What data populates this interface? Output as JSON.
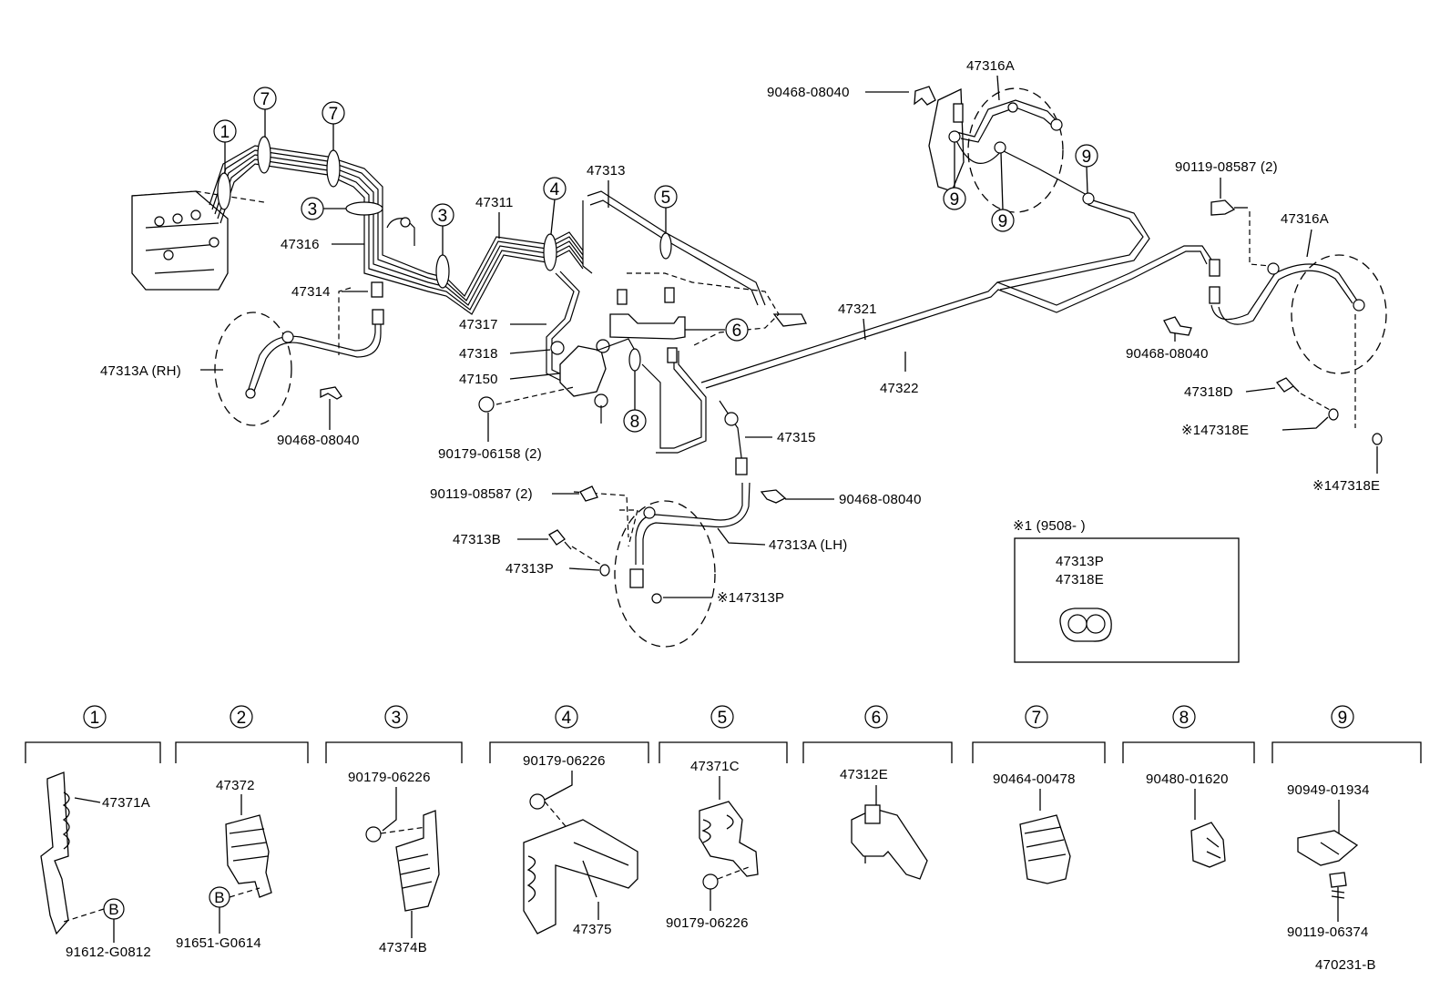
{
  "diagram_id": "470231-B",
  "callouts": {
    "c1": "1",
    "c2": "2",
    "c3": "3",
    "c4": "4",
    "c5": "5",
    "c6": "6",
    "c7": "7",
    "c8": "8",
    "c9": "9"
  },
  "labels": {
    "p47316A_top": "47316A",
    "p90468_top": "90468-08040",
    "p90119_top": "90119-08587 (2)",
    "p47316A_right": "47316A",
    "p47313": "47313",
    "p47311": "47311",
    "p47316": "47316",
    "p47314": "47314",
    "p47317": "47317",
    "p47318": "47318",
    "p47150": "47150",
    "p47321": "47321",
    "p47322": "47322",
    "p90468_right": "90468-08040",
    "p47318D": "47318D",
    "p47318E_a": "※147318E",
    "p47318E_b": "※147318E",
    "p47313A_RH": "47313A (RH)",
    "p90468_left": "90468-08040",
    "p90179_06158": "90179-06158 (2)",
    "p47315": "47315",
    "p90119_mid": "90119-08587 (2)",
    "p90468_mid": "90468-08040",
    "p47313B": "47313B",
    "p47313A_LH": "47313A (LH)",
    "p47313P": "47313P",
    "p147313P": "※147313P"
  },
  "inset": {
    "header": "※1 (9508-          )",
    "line1": "47313P",
    "line2": "47318E"
  },
  "clamps": {
    "g1_a": "47371A",
    "g1_b": "91612-G0812",
    "g2_a": "47372",
    "g2_b": "91651-G0614",
    "g3_a": "90179-06226",
    "g3_b": "47374B",
    "g4_a": "90179-06226",
    "g4_b": "47375",
    "g5_a": "47371C",
    "g5_b": "90179-06226",
    "g6_a": "47312E",
    "g7_a": "90464-00478",
    "g8_a": "90480-01620",
    "g9_a": "90949-01934",
    "g9_b": "90119-06374",
    "b_letter": "B"
  }
}
